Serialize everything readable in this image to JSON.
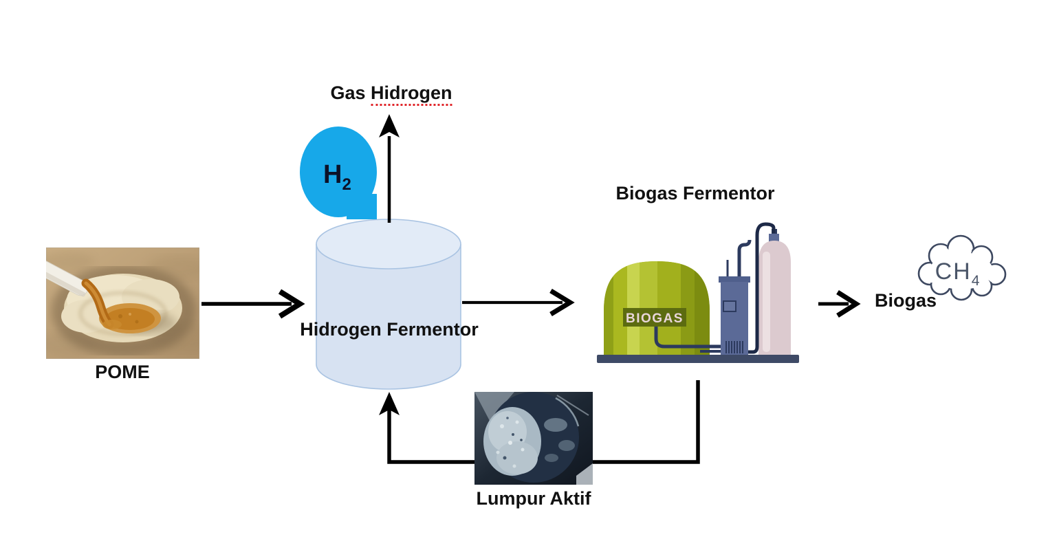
{
  "nodes": {
    "pome": {
      "label": "POME"
    },
    "hydrogen_fermentor": {
      "label": "Hidrogen Fermentor"
    },
    "gas_hydrogen": {
      "word1": "Gas",
      "word2": "Hidrogen"
    },
    "h2": {
      "main": "H",
      "sub": "2"
    },
    "biogas_fermentor": {
      "title": "Biogas Fermentor",
      "dome_text": "BIOGAS"
    },
    "biogas_output": {
      "label": "Biogas"
    },
    "ch4_cloud": {
      "main": "CH",
      "sub": "4"
    },
    "lumpur_aktif": {
      "label": "Lumpur Aktif"
    }
  },
  "colors": {
    "arrow": "#000000",
    "h2_balloon": "#17a8e9",
    "cylinder_fill": "#d7e2f2",
    "cylinder_top_fill": "#e2ebf7",
    "cylinder_stroke": "#a9c3e2",
    "dome_green": "#a2b01d",
    "dome_band": "#5c6b10",
    "machine_blue": "#5b6a97",
    "tank_pink": "#dccacf",
    "platform": "#3e4a66",
    "pipe_navy": "#2c3a5e",
    "cloud_outline": "#3d4860",
    "cloud_text": "#4a5568",
    "spellcheck_red": "#e0262b"
  }
}
